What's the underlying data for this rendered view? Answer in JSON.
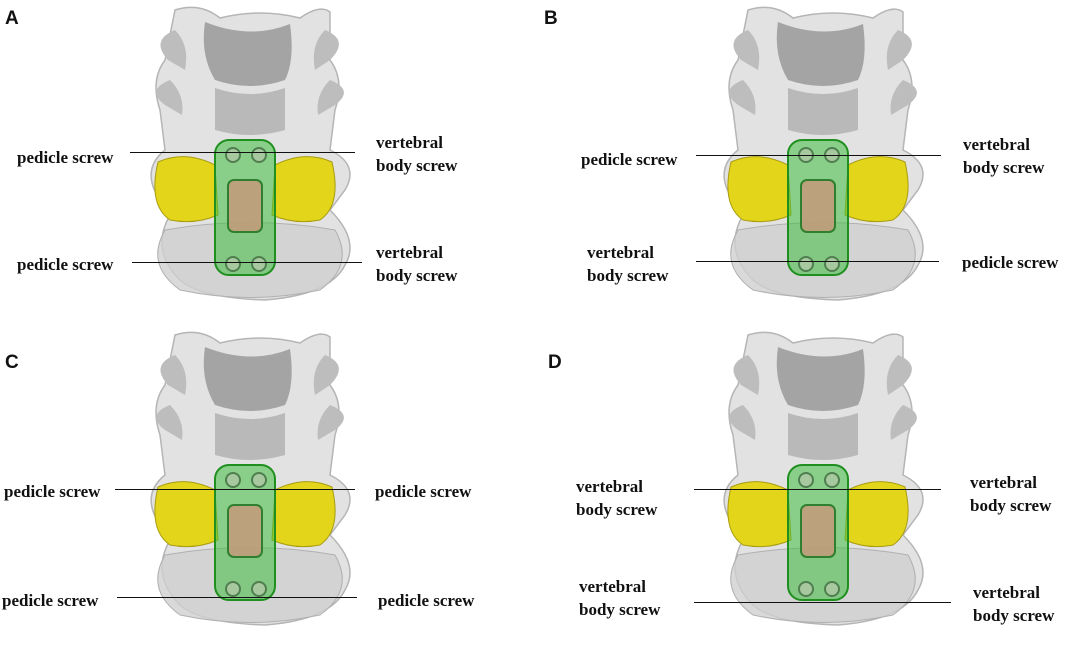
{
  "panels": [
    {
      "letter": "A",
      "labels": {
        "top_left": "pedicle screw",
        "top_right": [
          "vertebral",
          "body screw"
        ],
        "bottom_left": "pedicle screw",
        "bottom_right": [
          "vertebral",
          "body screw"
        ]
      }
    },
    {
      "letter": "B",
      "labels": {
        "top_left": "pedicle screw",
        "top_right": [
          "vertebral",
          "body screw"
        ],
        "bottom_left": [
          "vertebral",
          "body screw"
        ],
        "bottom_right": "pedicle screw"
      }
    },
    {
      "letter": "C",
      "labels": {
        "top_left": "pedicle screw",
        "top_right": "pedicle screw",
        "bottom_left": "pedicle screw",
        "bottom_right": "pedicle screw"
      }
    },
    {
      "letter": "D",
      "labels": {
        "top_left": [
          "vertebral",
          "body screw"
        ],
        "top_right": [
          "vertebral",
          "body screw"
        ],
        "bottom_left": [
          "vertebral",
          "body screw"
        ],
        "bottom_right": [
          "vertebral",
          "body screw"
        ]
      }
    }
  ],
  "colors": {
    "bone": "#c8c8c8",
    "bone_dark": "#9a9a9a",
    "facet": "#e3d51a",
    "plate": "#3fbf3f",
    "cage": "#c49a7a"
  }
}
